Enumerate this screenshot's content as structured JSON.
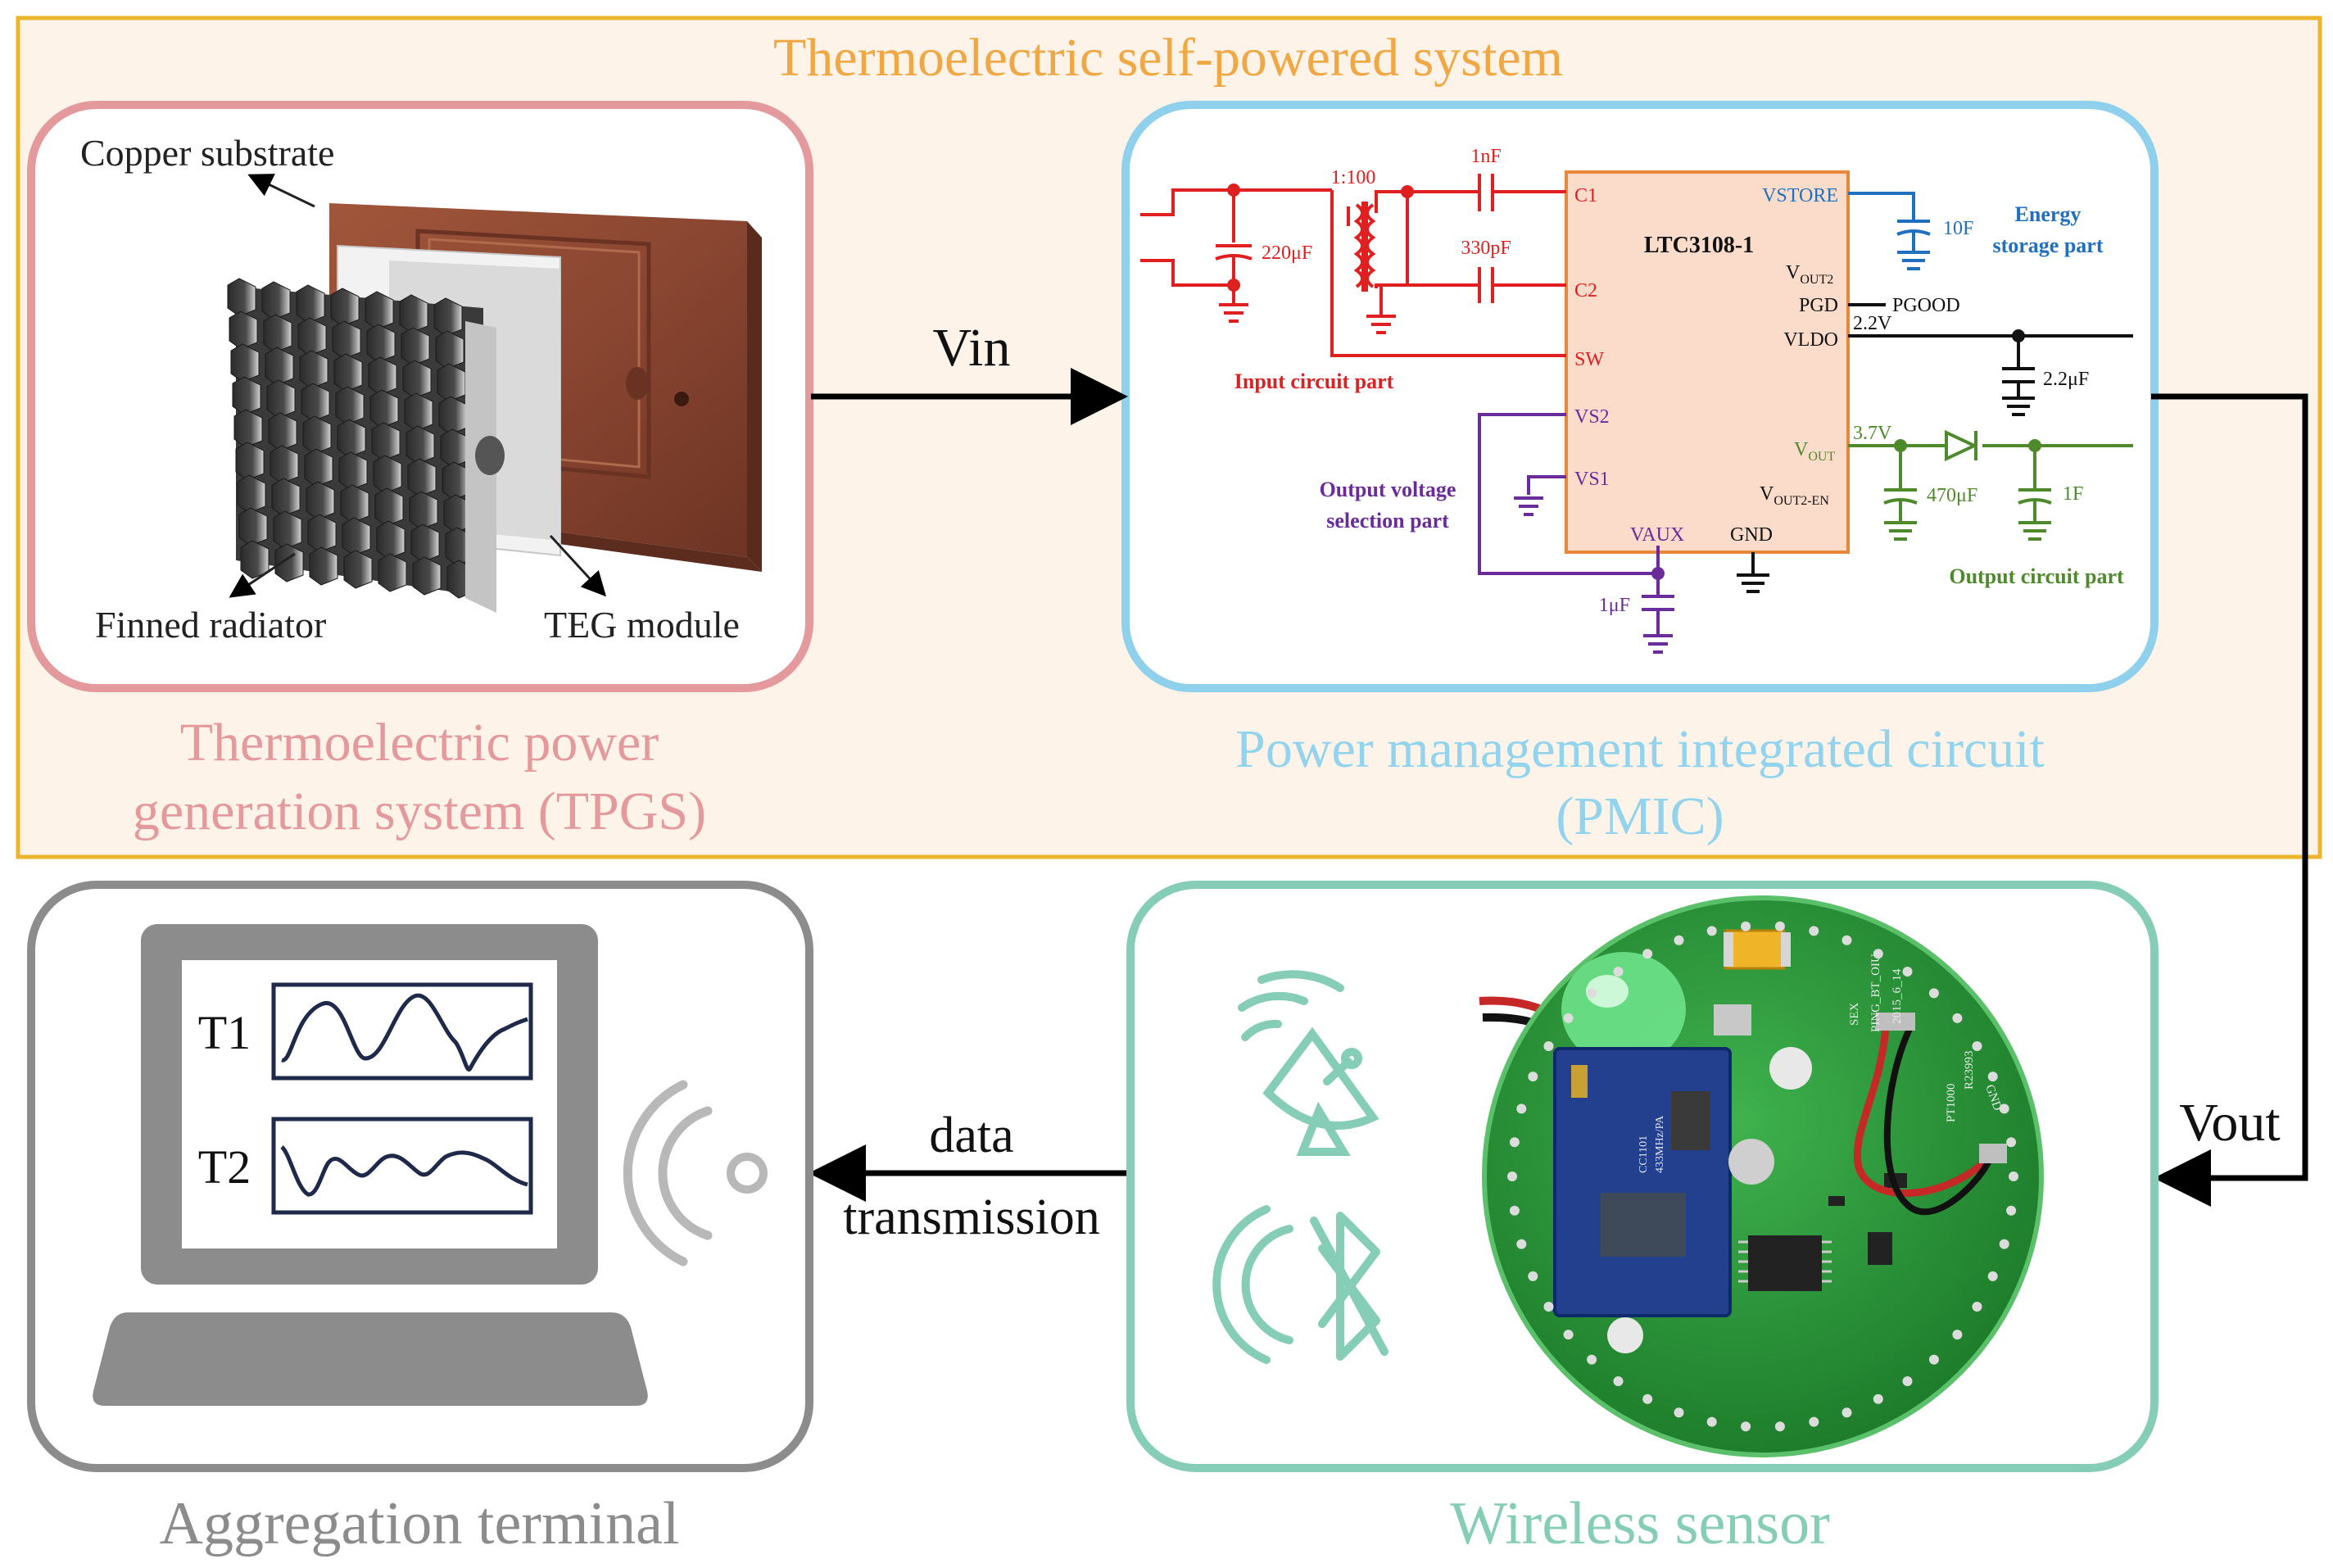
{
  "system_title": "Thermoelectric self-powered system",
  "tpgs": {
    "caption_line1": "Thermoelectric power",
    "caption_line2": "generation system (TPGS)",
    "label_copper": "Copper substrate",
    "label_radiator": "Finned radiator",
    "label_teg": "TEG module"
  },
  "pmic": {
    "caption_line1": "Power management integrated circuit",
    "caption_line2": "(PMIC)",
    "chip_name": "LTC3108-1",
    "pins": {
      "c1": "C1",
      "c2": "C2",
      "sw": "SW",
      "vs2": "VS2",
      "vs1": "VS1",
      "vaux": "VAUX",
      "gnd": "GND",
      "vstore": "VSTORE",
      "vout2": "V",
      "vout2_sub": "OUT2",
      "pgd": "PGD",
      "vldo": "VLDO",
      "vout": "V",
      "vout_sub": "OUT",
      "vout2en": "V",
      "vout2en_sub": "OUT2-EN"
    },
    "components": {
      "transformer_ratio": "1:100",
      "c_in": "220μF",
      "c_1nf": "1nF",
      "c_330pf": "330pF",
      "c_store": "10F",
      "pgood": "PGOOD",
      "v_ldo": "2.2V",
      "c_ldo": "2.2μF",
      "v_out": "3.7V",
      "c_out1": "470μF",
      "c_out2": "1F",
      "c_aux": "1μF"
    },
    "part_labels": {
      "input": "Input circuit part",
      "output_sel_line1": "Output voltage",
      "output_sel_line2": "selection part",
      "energy_line1": "Energy",
      "energy_line2": "storage part",
      "output": "Output circuit part"
    }
  },
  "arrows": {
    "vin": "Vin",
    "vout": "Vout",
    "data_line1": "data",
    "data_line2": "transmission"
  },
  "terminal": {
    "caption": "Aggregation terminal",
    "t1": "T1",
    "t2": "T2"
  },
  "sensor": {
    "caption": "Wireless sensor",
    "pcb_labels": [
      "SEX",
      "PING_BT_OIU",
      "2015_6_14",
      "R23993",
      "PT1000",
      "GND",
      "433MHz/PA",
      "CC1101"
    ]
  },
  "colors": {
    "system_border": "#EDB52B",
    "system_fill": "#FDF3E8",
    "system_title": "#F0A845",
    "tpgs_border": "#E4999C",
    "tpgs_caption": "#E4999C",
    "pmic_border": "#8FD0EC",
    "pmic_caption": "#92D3EE",
    "chip_fill": "#FBDCCB",
    "chip_border": "#E8863A",
    "input_red": "#E02020",
    "store_blue": "#2170C0",
    "select_purple": "#6A2C9A",
    "output_green": "#4E8A2C",
    "terminal_gray": "#8C8C8C",
    "sensor_teal": "#86CDB7",
    "pcb_green": "#2E9A3C"
  }
}
